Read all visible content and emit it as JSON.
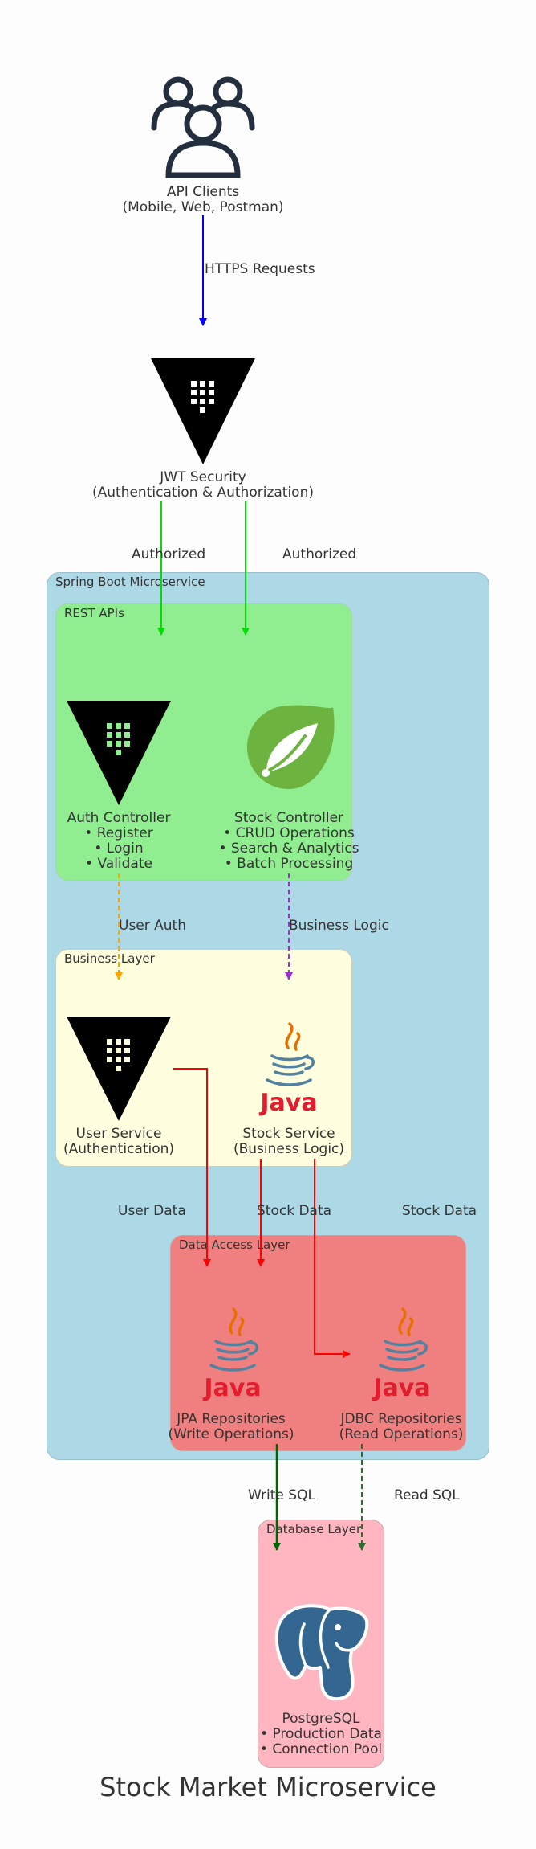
{
  "title": "Stock Market Microservice",
  "clusters": {
    "microservice": "Spring Boot Microservice",
    "rest": "REST APIs",
    "business": "Business Layer",
    "data_access": "Data Access Layer",
    "database": "Database Layer"
  },
  "nodes": {
    "clients": {
      "line1": "API Clients",
      "line2": "(Mobile, Web, Postman)",
      "icon": "users-icon"
    },
    "jwt": {
      "line1": "JWT Security",
      "line2": "(Authentication & Authorization)",
      "icon": "vault-icon"
    },
    "auth_controller": {
      "line1": "Auth Controller",
      "line2": "• Register",
      "line3": "• Login",
      "line4": "• Validate",
      "icon": "vault-icon"
    },
    "stock_controller": {
      "line1": "Stock Controller",
      "line2": "• CRUD Operations",
      "line3": "• Search & Analytics",
      "line4": "• Batch Processing",
      "icon": "spring-icon"
    },
    "user_service": {
      "line1": "User Service",
      "line2": "(Authentication)",
      "icon": "vault-icon"
    },
    "stock_service": {
      "line1": "Stock Service",
      "line2": "(Business Logic)",
      "icon": "java-icon"
    },
    "jpa_repo": {
      "line1": "JPA Repositories",
      "line2": "(Write Operations)",
      "icon": "java-icon"
    },
    "jdbc_repo": {
      "line1": "JDBC Repositories",
      "line2": "(Read Operations)",
      "icon": "java-icon"
    },
    "postgres": {
      "line1": "PostgreSQL",
      "line2": "• Production Data",
      "line3": "• Connection Pool",
      "icon": "postgresql-icon"
    }
  },
  "java_word": "Java",
  "edges": {
    "https": "HTTPS Requests",
    "authorized_1": "Authorized",
    "authorized_2": "Authorized",
    "user_auth": "User Auth",
    "business_logic": "Business Logic",
    "user_data": "User Data",
    "stock_data_1": "Stock Data",
    "stock_data_2": "Stock Data",
    "write_sql": "Write SQL",
    "read_sql": "Read SQL"
  },
  "colors": {
    "microservice_bg": "#add8e6",
    "rest_bg": "#90ee90",
    "business_bg": "#ffffe0",
    "data_access_bg": "#f08080",
    "database_bg": "#ffb6c1",
    "https_edge": "#0000ff",
    "authorized_edge": "#00dd00",
    "user_auth_edge": "#ffa500",
    "business_logic_edge": "#9932cc",
    "data_edge": "#ff0000",
    "write_sql_edge": "#006400",
    "read_sql_edge": "#2e6b2e"
  }
}
